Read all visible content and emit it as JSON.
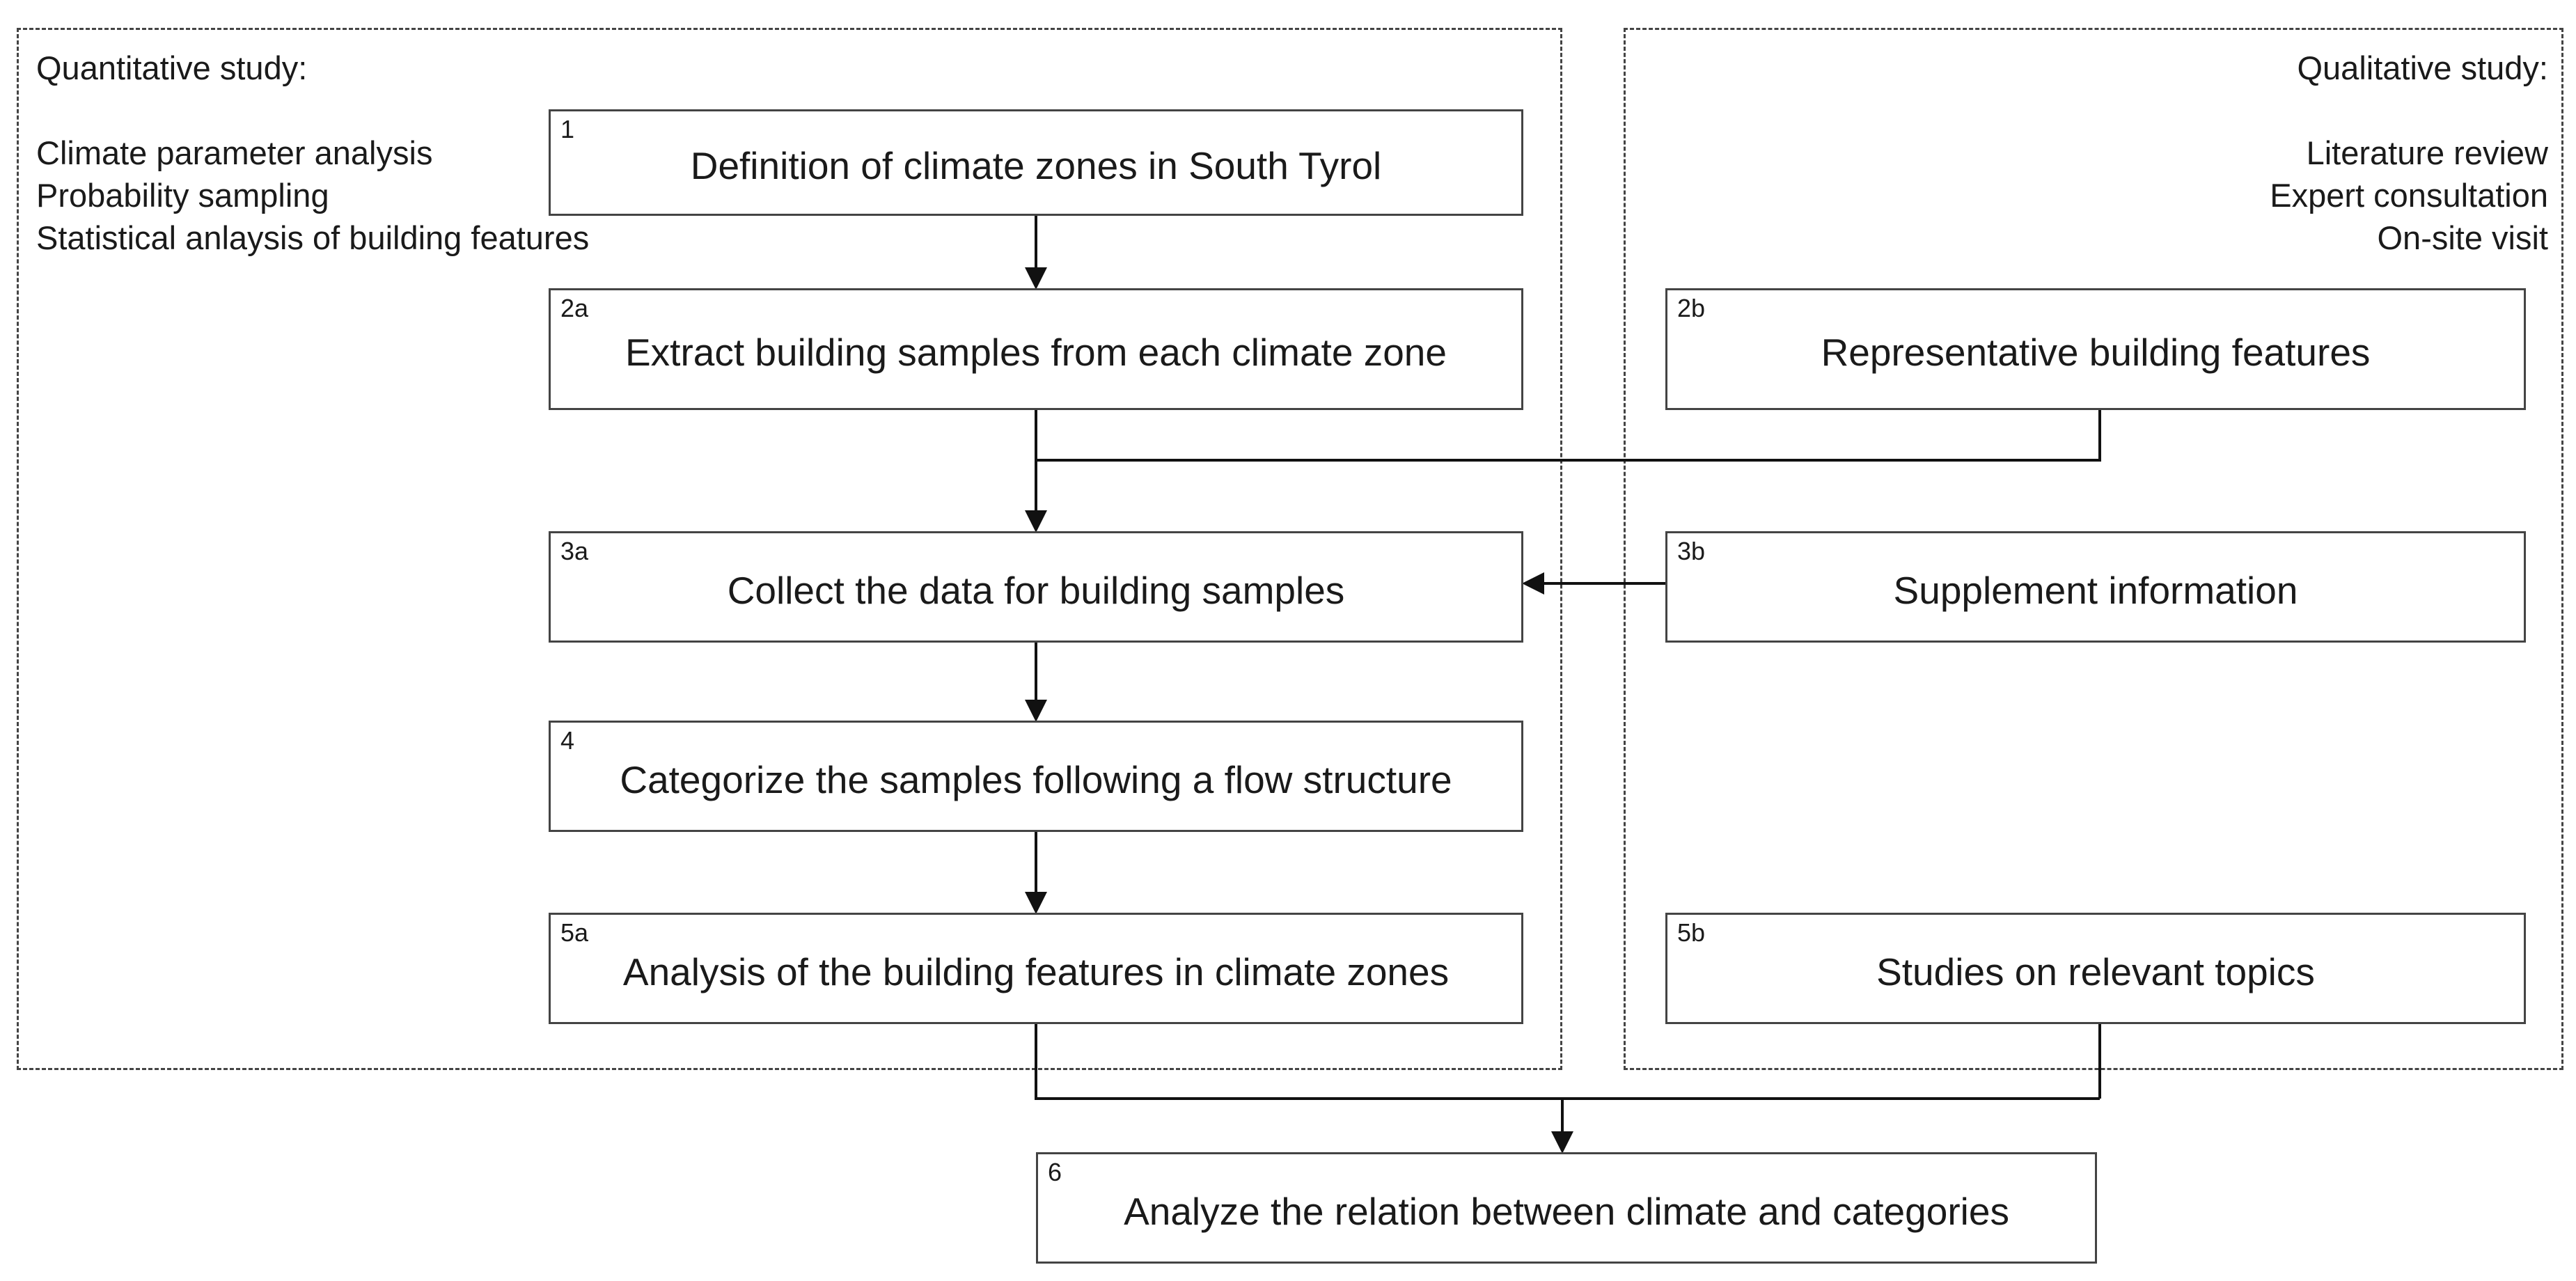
{
  "quantitative_study": {
    "title": "Quantitative study:",
    "methods": [
      "Climate parameter analysis",
      "Probability sampling",
      "Statistical anlaysis of building features"
    ]
  },
  "qualitative_study": {
    "title": "Qualitative study:",
    "methods": [
      "Literature review",
      "Expert consultation",
      "On-site visit"
    ]
  },
  "steps": {
    "s1": {
      "number": "1",
      "label": "Definition of climate zones in South Tyrol"
    },
    "s2a": {
      "number": "2a",
      "label": "Extract building samples from each climate zone"
    },
    "s2b": {
      "number": "2b",
      "label": "Representative building features"
    },
    "s3a": {
      "number": "3a",
      "label": "Collect the data for building samples"
    },
    "s3b": {
      "number": "3b",
      "label": "Supplement information"
    },
    "s4": {
      "number": "4",
      "label": "Categorize the samples following a flow structure"
    },
    "s5a": {
      "number": "5a",
      "label": "Analysis of the building features in climate zones"
    },
    "s5b": {
      "number": "5b",
      "label": "Studies on relevant topics"
    },
    "s6": {
      "number": "6",
      "label": "Analyze the relation between climate and categories"
    }
  }
}
